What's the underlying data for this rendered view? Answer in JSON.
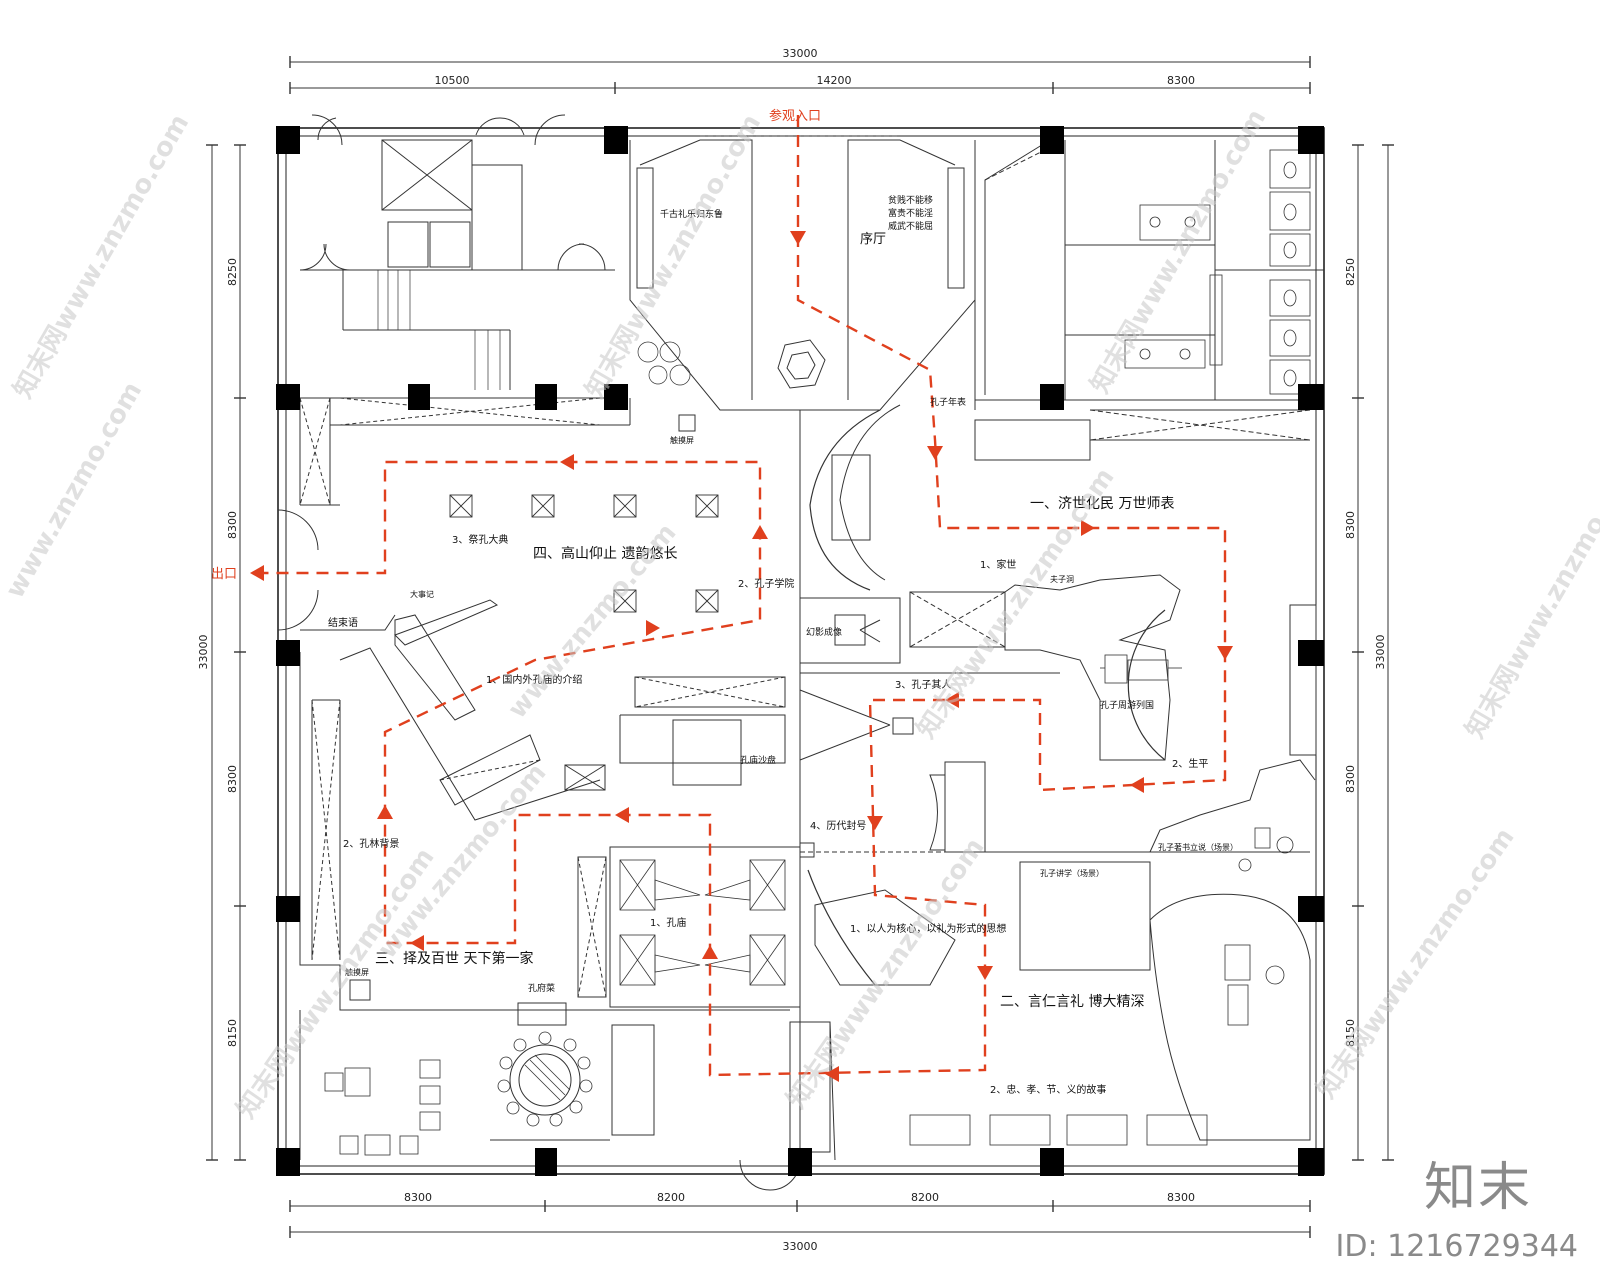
{
  "dimensions": {
    "top_total": "33000",
    "top_segments": [
      "10500",
      "14200",
      "8300"
    ],
    "bottom_segments": [
      "8300",
      "8200",
      "8200",
      "8300"
    ],
    "bottom_total": "33000",
    "left_total": "33000",
    "left_segments": [
      "8250",
      "8300",
      "8300",
      "8150"
    ],
    "right_total": "33000",
    "right_segments": [
      "8250",
      "8300",
      "8300",
      "8150"
    ]
  },
  "route_labels": {
    "entrance": "参观入口",
    "exit": "出口"
  },
  "sections": {
    "s1": "一、济世化民  万世师表",
    "s2": "二、言仁言礼  博大精深",
    "s3": "三、择及百世  天下第一家",
    "s4": "四、高山仰止  遗韵悠长"
  },
  "rooms": {
    "preface_hall": "序厅",
    "poem_left": "千古礼乐归东鲁",
    "poem_right_1": "贫贱不能移",
    "poem_right_2": "富贵不能淫",
    "poem_right_3": "威武不能屈",
    "touch_screen_top": "触摸屏",
    "timeline": "孔子年表",
    "family": "1、家世",
    "fuzi_cave": "夫子洞",
    "travels": "孔子周游列国",
    "life": "2、生平",
    "person": "3、孔子其人",
    "books": "孔子著书立说（场景）",
    "lecture": "孔子讲学（场景）",
    "titles": "4、历代封号",
    "core": "1、以人为核心，以礼为形式的思想",
    "stories": "2、忠、孝、节、义的故事",
    "ceremony": "3、祭孔大典",
    "academy": "2、孔子学院",
    "events": "大事记",
    "epilogue": "结束语",
    "hologram": "幻影成像",
    "temples": "1、国内外孔庙的介绍",
    "sand_table": "孔庙沙盘",
    "forest": "2、孔林背景",
    "temple": "1、孔庙",
    "touch_screen_bottom": "触摸屏",
    "kongfu_dish": "孔府菜"
  },
  "watermarks": {
    "site": "知末网www.znzmo.com",
    "site_short": "www.znzmo.com"
  },
  "brand": {
    "logo": "知末",
    "id": "ID: 1216729344"
  },
  "colors": {
    "route": "#e0401e",
    "wall": "#000000",
    "line": "#333333"
  }
}
